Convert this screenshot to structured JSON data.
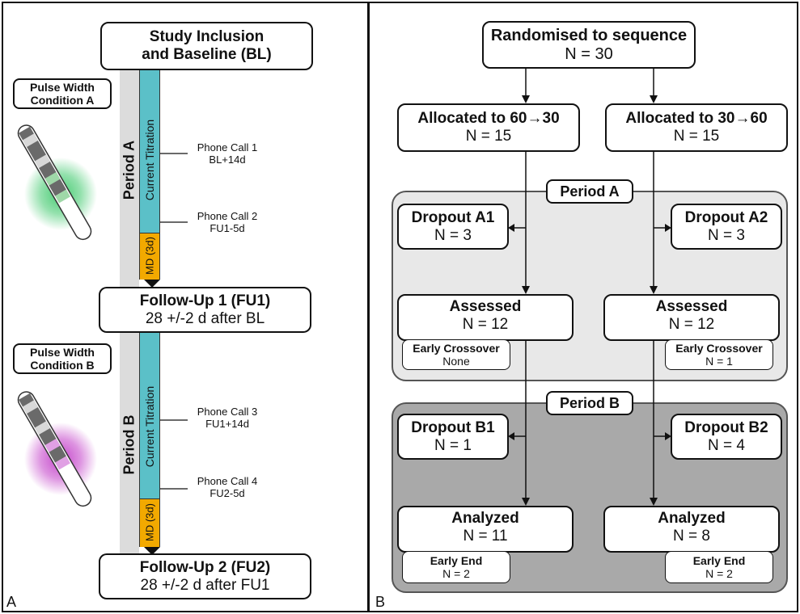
{
  "panelA": {
    "letter": "A",
    "baseline": {
      "line1": "Study Inclusion",
      "line2": "and Baseline (BL)"
    },
    "condA": {
      "line1": "Pulse Width",
      "line2": "Condition A"
    },
    "condB": {
      "line1": "Pulse Width",
      "line2": "Condition B"
    },
    "periodA": "Period A",
    "periodB": "Period B",
    "titrationA": "Current Titration",
    "titrationB": "Current Titration",
    "mdA": "MD (3d)",
    "mdB": "MD (3d)",
    "call1": {
      "line1": "Phone Call 1",
      "line2": "BL+14d"
    },
    "call2": {
      "line1": "Phone Call 2",
      "line2": "FU1-5d"
    },
    "call3": {
      "line1": "Phone Call 3",
      "line2": "FU1+14d"
    },
    "call4": {
      "line1": "Phone Call 4",
      "line2": "FU2-5d"
    },
    "fu1": {
      "line1": "Follow-Up 1 (FU1)",
      "line2": "28 +/-2 d after BL"
    },
    "fu2": {
      "line1": "Follow-Up 2 (FU2)",
      "line2": "28 +/-2 d after FU1"
    }
  },
  "panelB": {
    "letter": "B",
    "randomised": {
      "line1": "Randomised to sequence",
      "line2": "N = 30"
    },
    "alloc1": {
      "line1": "Allocated to 60→30",
      "line2": "N = 15"
    },
    "alloc2": {
      "line1": "Allocated to 30→60",
      "line2": "N = 15"
    },
    "periodA": "Period A",
    "periodB": "Period B",
    "dropA1": {
      "line1": "Dropout A1",
      "line2": "N = 3"
    },
    "dropA2": {
      "line1": "Dropout A2",
      "line2": "N = 3"
    },
    "assessed1": {
      "line1": "Assessed",
      "line2": "N = 12"
    },
    "assessed2": {
      "line1": "Assessed",
      "line2": "N = 12"
    },
    "cross1": {
      "line1": "Early Crossover",
      "line2": "None"
    },
    "cross2": {
      "line1": "Early Crossover",
      "line2": "N = 1"
    },
    "dropB1": {
      "line1": "Dropout B1",
      "line2": "N = 1"
    },
    "dropB2": {
      "line1": "Dropout B2",
      "line2": "N = 4"
    },
    "analyzed1": {
      "line1": "Analyzed",
      "line2": "N = 11"
    },
    "analyzed2": {
      "line1": "Analyzed",
      "line2": "N = 8"
    },
    "end1": {
      "line1": "Early End",
      "line2": "N = 2"
    },
    "end2": {
      "line1": "Early End",
      "line2": "N = 2"
    }
  },
  "colors": {
    "titration": "#5bc0c8",
    "md": "#f2a900",
    "period_bar": "#dcdcdc",
    "periodA_bg": "#e8e8e8",
    "periodB_bg": "#a9a9a9",
    "glowA": "#3cc86a",
    "glowB": "#c23cc8"
  }
}
